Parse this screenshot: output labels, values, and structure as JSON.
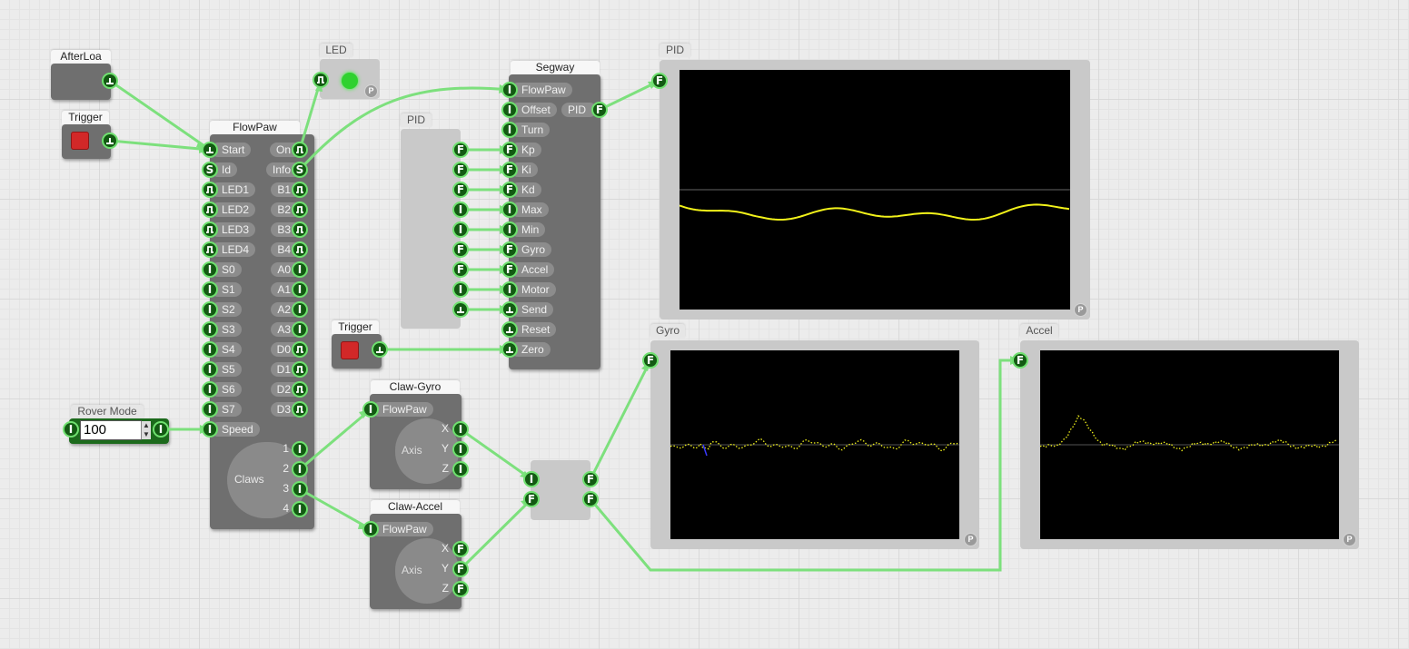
{
  "nodes": {
    "afterload": {
      "title": "AfterLoa"
    },
    "trigger1": {
      "title": "Trigger"
    },
    "trigger2": {
      "title": "Trigger"
    },
    "led": {
      "title": "LED"
    },
    "flowpaw": {
      "title": "FlowPaw",
      "inputs": [
        "Start",
        "Id",
        "LED1",
        "LED2",
        "LED3",
        "LED4",
        "S0",
        "S1",
        "S2",
        "S3",
        "S4",
        "S5",
        "S6",
        "S7",
        "Speed"
      ],
      "outputs": [
        "On",
        "Info",
        "B1",
        "B2",
        "B3",
        "B4",
        "A0",
        "A1",
        "A2",
        "A3",
        "D0",
        "D1",
        "D2",
        "D3"
      ],
      "claws_label": "Claws",
      "claws": [
        "1",
        "2",
        "3",
        "4"
      ]
    },
    "pid_group": {
      "title": "PID"
    },
    "segway": {
      "title": "Segway",
      "inputs": [
        "FlowPaw",
        "Offset",
        "Turn",
        "Kp",
        "Ki",
        "Kd",
        "Max",
        "Min",
        "Gyro",
        "Accel",
        "Motor",
        "Send",
        "Reset",
        "Zero"
      ],
      "output": "PID"
    },
    "rover_mode": {
      "title": "Rover Mode",
      "value": "100"
    },
    "claw_gyro": {
      "title": "Claw-Gyro",
      "input": "FlowPaw",
      "axis_label": "Axis",
      "axes": [
        "X",
        "Y",
        "Z"
      ]
    },
    "claw_accel": {
      "title": "Claw-Accel",
      "input": "FlowPaw",
      "axis_label": "Axis",
      "axes": [
        "X",
        "Y",
        "Z"
      ]
    },
    "pid_scope": {
      "title": "PID"
    },
    "gyro_scope": {
      "title": "Gyro"
    },
    "accel_scope": {
      "title": "Accel"
    }
  },
  "port_types": {
    "int": "I",
    "float": "F",
    "string": "S",
    "trigger": "trigger-icon",
    "pulse": "pulse-icon"
  },
  "badge": "P",
  "colors": {
    "wire": "#7de07d",
    "port_ring": "#6fe06f",
    "port_fill": "#135a13",
    "trace": "#f2f21a",
    "button": "#d22828"
  }
}
